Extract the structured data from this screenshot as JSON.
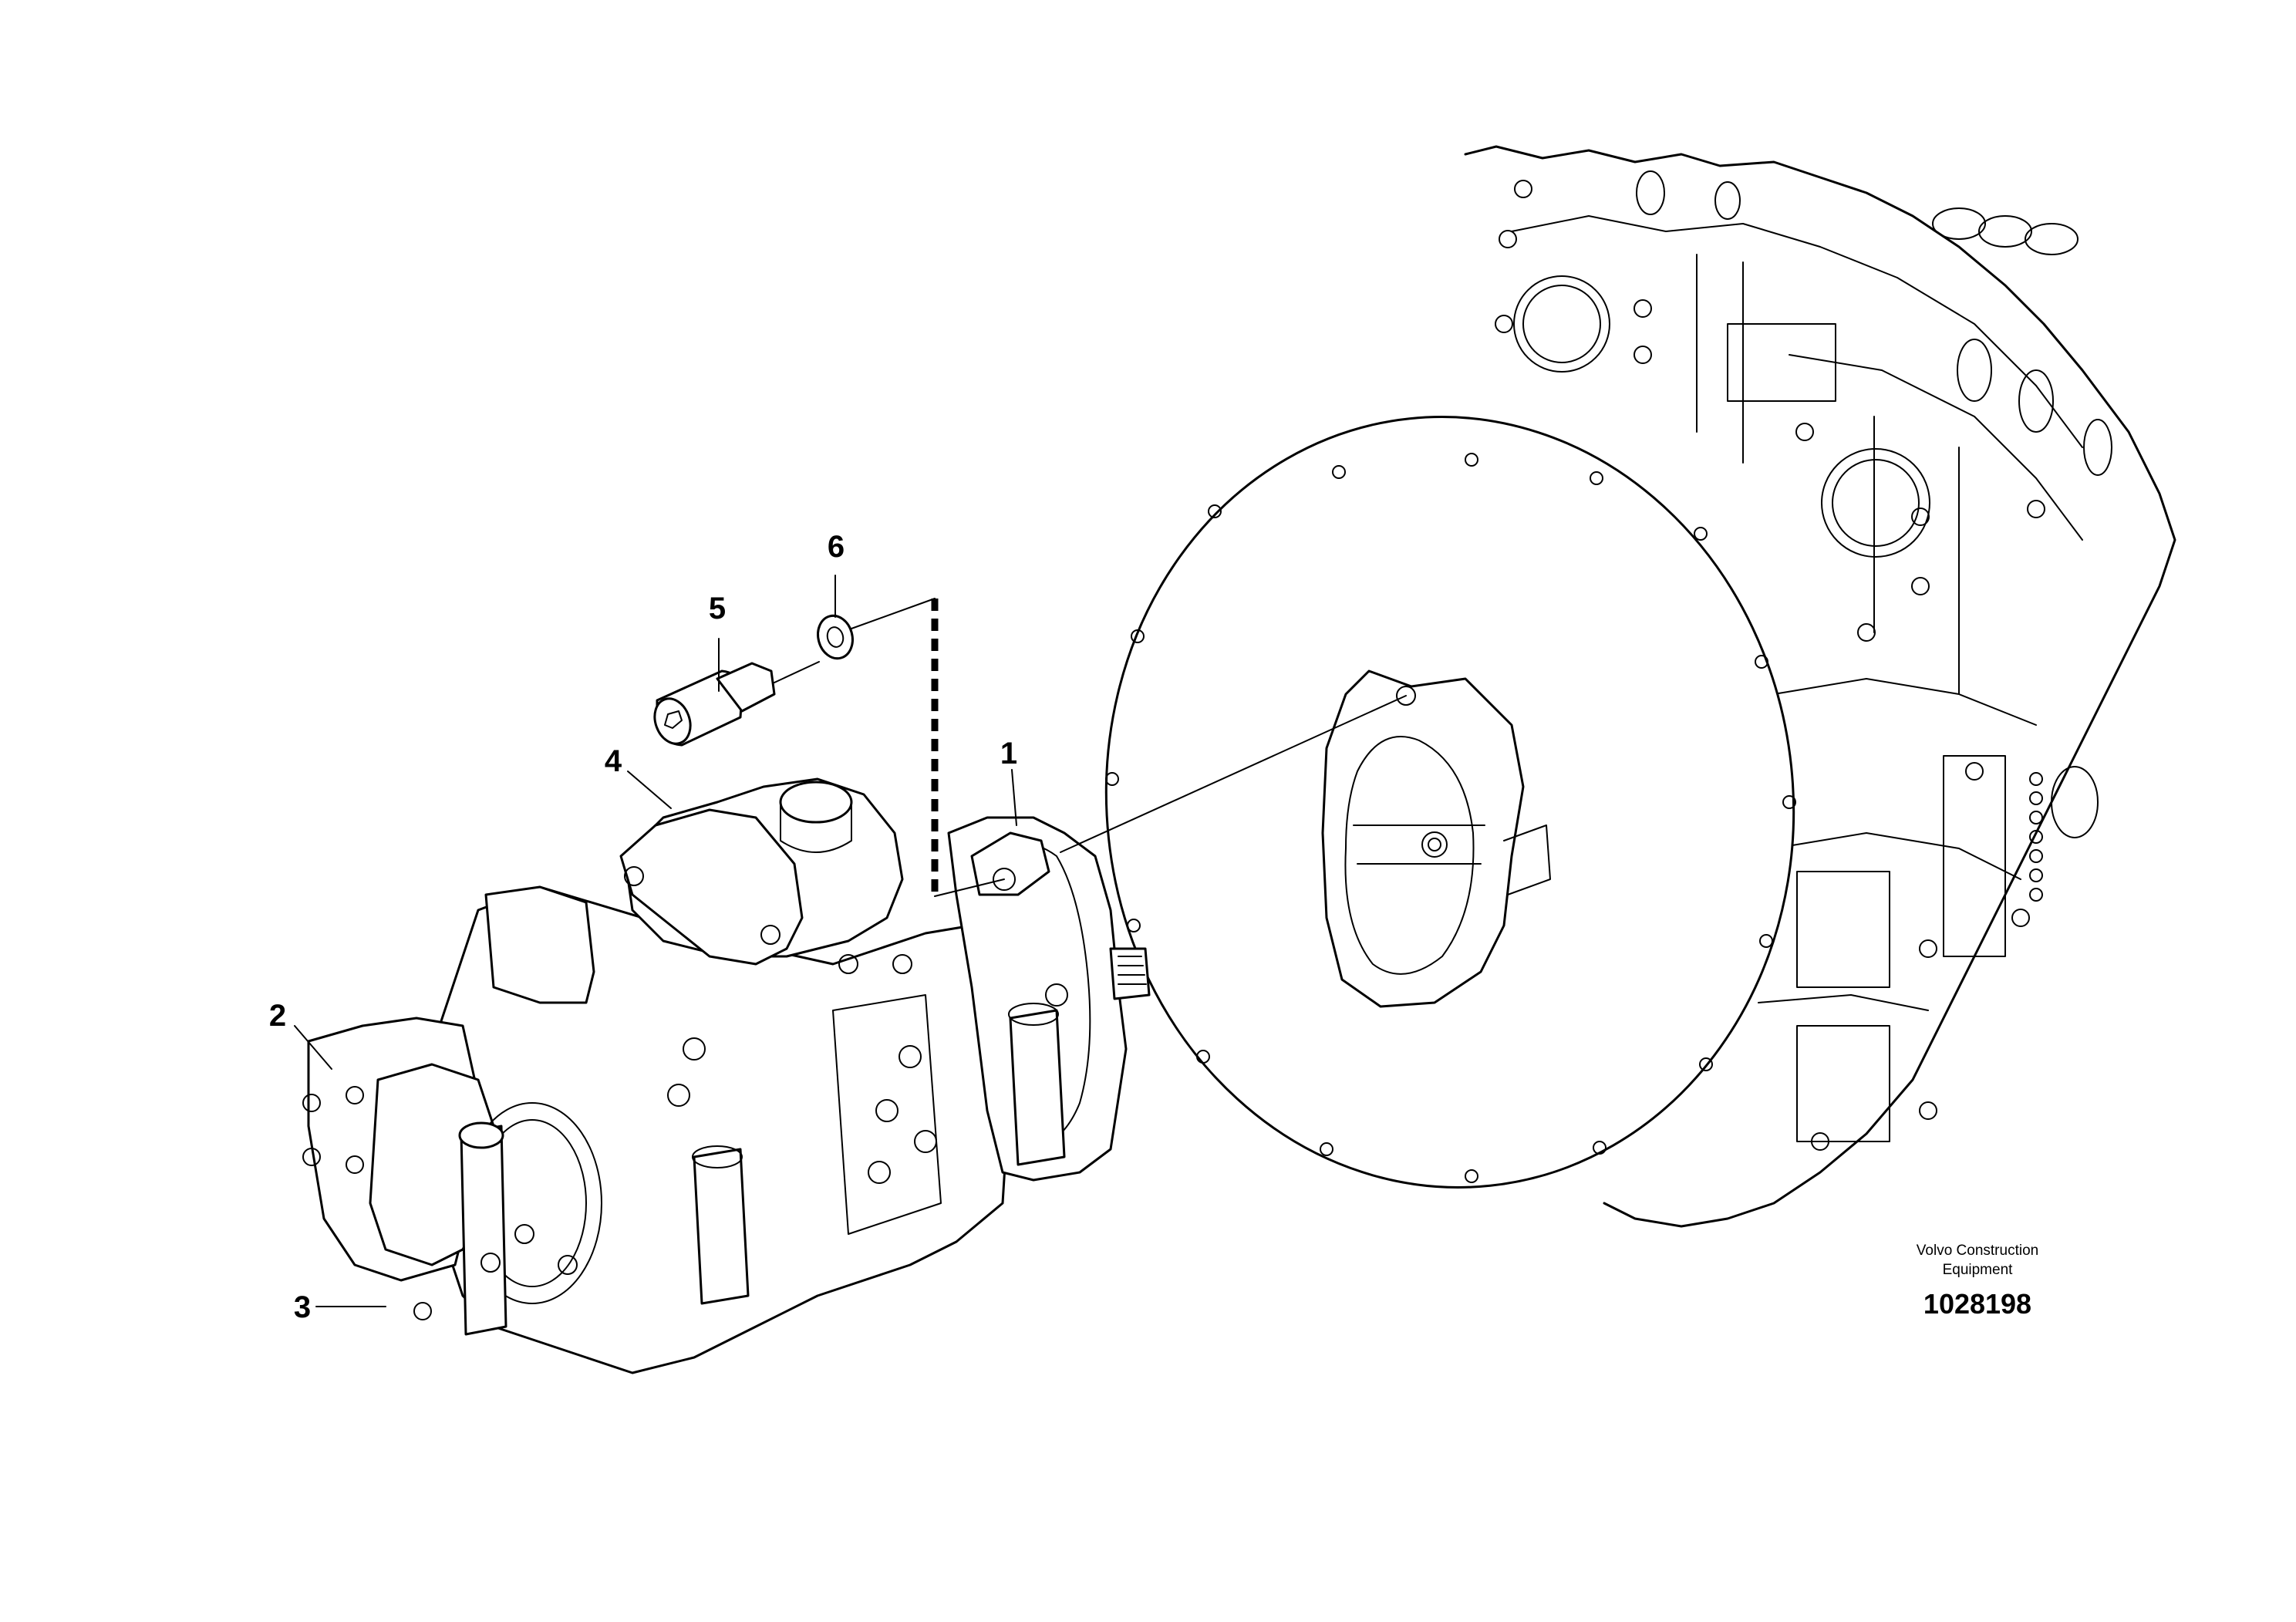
{
  "callouts": [
    {
      "id": "1",
      "label": "1"
    },
    {
      "id": "2",
      "label": "2"
    },
    {
      "id": "3",
      "label": "3"
    },
    {
      "id": "4",
      "label": "4"
    },
    {
      "id": "5",
      "label": "5"
    },
    {
      "id": "6",
      "label": "6"
    }
  ],
  "brand": {
    "line1": "Volvo Construction",
    "line2": "Equipment"
  },
  "reference_number": "1028198"
}
